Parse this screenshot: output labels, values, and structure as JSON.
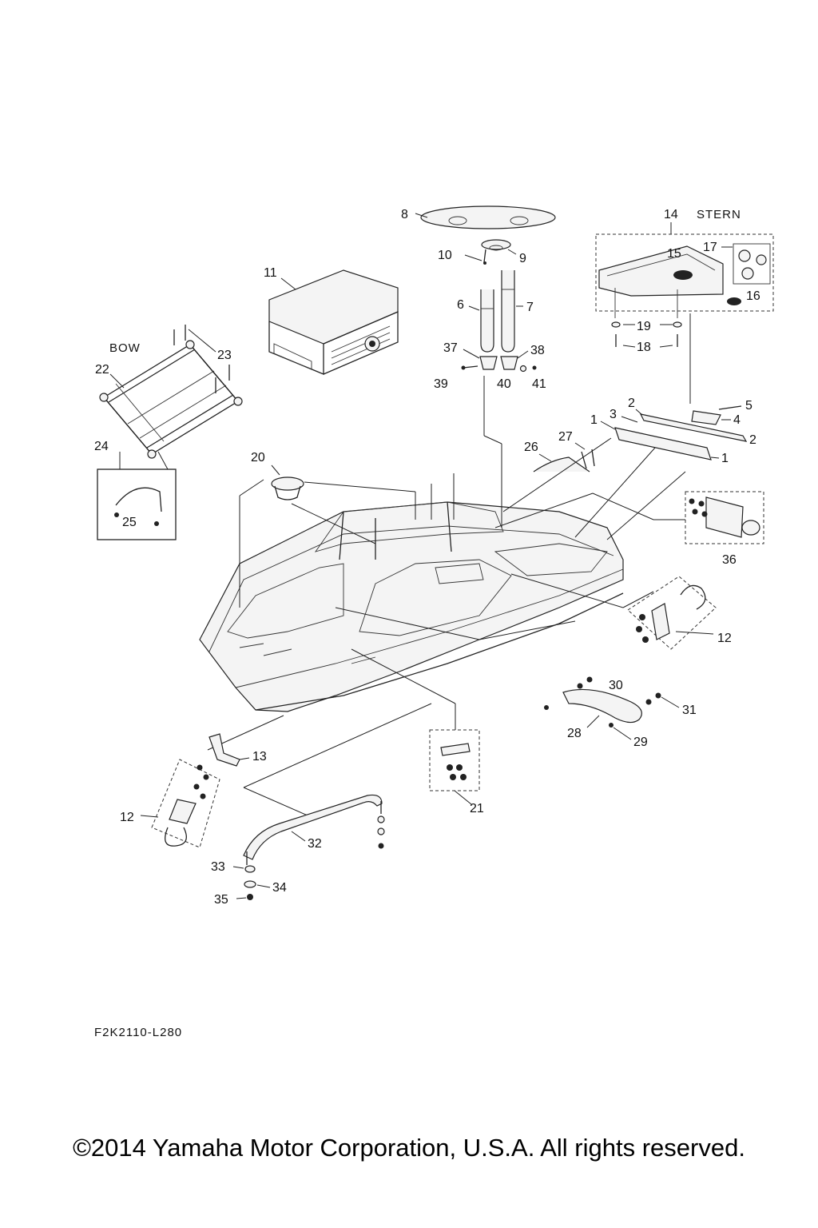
{
  "labels": {
    "bow": "BOW",
    "stern": "STERN"
  },
  "callouts": {
    "c1a": "1",
    "c1b": "1",
    "c2a": "2",
    "c2b": "2",
    "c3": "3",
    "c4": "4",
    "c5": "5",
    "c6": "6",
    "c7": "7",
    "c8": "8",
    "c9": "9",
    "c10": "10",
    "c11": "11",
    "c12a": "12",
    "c12b": "12",
    "c13": "13",
    "c14": "14",
    "c15": "15",
    "c16": "16",
    "c17": "17",
    "c18": "18",
    "c19": "19",
    "c20": "20",
    "c21": "21",
    "c22": "22",
    "c23": "23",
    "c24": "24",
    "c25": "25",
    "c26": "26",
    "c27": "27",
    "c28": "28",
    "c29": "29",
    "c30": "30",
    "c31": "31",
    "c32": "32",
    "c33": "33",
    "c34": "34",
    "c35": "35",
    "c36": "36",
    "c37": "37",
    "c38": "38",
    "c39": "39",
    "c40": "40",
    "c41": "41"
  },
  "diagram_code": "F2K2110-L280",
  "copyright": "©2014 Yamaha Motor Corporation, U.S.A. All rights reserved."
}
